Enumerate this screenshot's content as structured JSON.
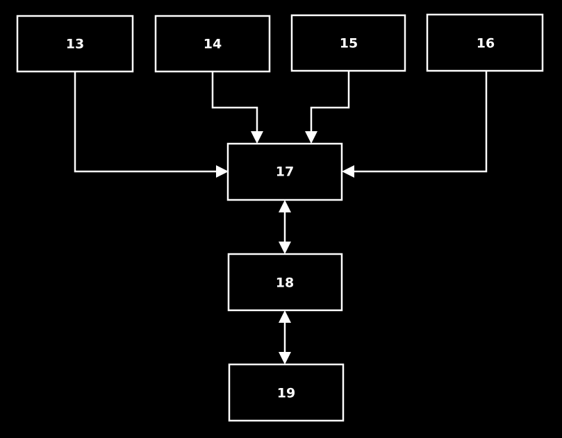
{
  "nodes": [
    {
      "id": "13",
      "label": "13"
    },
    {
      "id": "14",
      "label": "14"
    },
    {
      "id": "15",
      "label": "15"
    },
    {
      "id": "16",
      "label": "16"
    },
    {
      "id": "17",
      "label": "17"
    },
    {
      "id": "18",
      "label": "18"
    },
    {
      "id": "19",
      "label": "19"
    }
  ],
  "edges": [
    {
      "from": "13",
      "to": "17",
      "direction": "forward"
    },
    {
      "from": "14",
      "to": "17",
      "direction": "forward"
    },
    {
      "from": "15",
      "to": "17",
      "direction": "forward"
    },
    {
      "from": "16",
      "to": "17",
      "direction": "forward"
    },
    {
      "from": "17",
      "to": "18",
      "direction": "both"
    },
    {
      "from": "18",
      "to": "19",
      "direction": "both"
    }
  ],
  "colors": {
    "background": "#000000",
    "stroke": "#ffffff",
    "text": "#ffffff"
  }
}
